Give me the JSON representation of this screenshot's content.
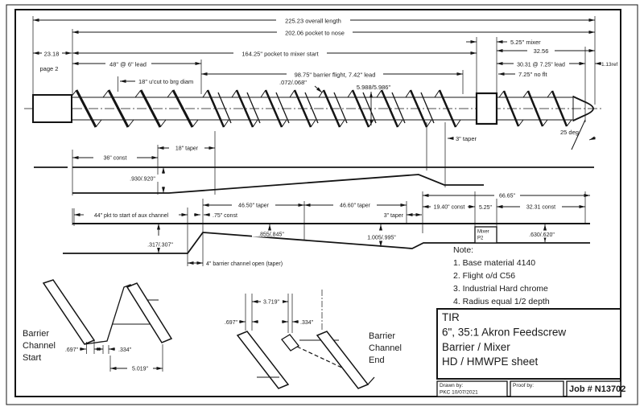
{
  "colors": {
    "ink": "#141414",
    "paper": "#ffffff"
  },
  "dims": {
    "overall": "225.23 overall length",
    "pocket_nose": "202.06 pocket to nose",
    "mixer": "5.25\" mixer",
    "shank": "23.18",
    "shank_note": "page 2",
    "pocket_mixer": "164.25\" pocket to mixer start",
    "mixer_nose": "32.56",
    "feed_lead": "48\" @ 6\" lead",
    "meter_lead": "30.31 @ 7.25\" lead",
    "nose_ref": "1.13ref",
    "barrier_flight": "98.75\" barrier flight, 7.42\" lead",
    "no_flight": "7.25\" no flt",
    "ucut": "18\" u'cut to brg diam",
    "clearance": ".072/.068\"",
    "od": "5.988/5.986\"",
    "taper3_screw": "3\" taper",
    "nose_angle": "25 deg"
  },
  "mid_profile": {
    "const36": "36\" const",
    "taper18": "18\" taper",
    "depth": ".930/.920\""
  },
  "low_profile": {
    "pkt44": "44\" pkt to start of aux channel",
    "const75": ".75\" const",
    "taper4650": "46.50\" taper",
    "taper4660": "46.60\" taper",
    "taper3": "3\" taper",
    "len6665": "66.65\"",
    "const1940": "19.40\" const",
    "mixer525": "5.25\"",
    "const3231": "32.31 const",
    "depth317": ".317/.307\"",
    "depth855": ".855/.845\"",
    "depth1005": "1.005/.995\"",
    "depth630": ".630/.620\"",
    "open4": "4\" barrier channel open (taper)",
    "mixer_line1": "Mixer",
    "mixer_line2": "P2"
  },
  "note": {
    "title": "Note:",
    "items": [
      "1. Base material 4140",
      "2. Flight o/d C56",
      "3. Industrial Hard chrome",
      "4. Radius equal 1/2 depth"
    ]
  },
  "detail_start": {
    "label": [
      "Barrier",
      "Channel",
      "Start"
    ],
    "w_flight": ".697\"",
    "w_barrier": ".334\"",
    "pitch": "5.019\""
  },
  "detail_end": {
    "label": [
      "Barrier",
      "Channel",
      "End"
    ],
    "w_flight": ".697\"",
    "gap": "3.719\"",
    "w_barrier": ".334\""
  },
  "title_block": {
    "line1": "TIR",
    "line2": "6\", 35:1 Akron Feedscrew",
    "line3": "Barrier / Mixer",
    "line4": "HD / HMWPE sheet",
    "drawn_label": "Drawn by:",
    "drawn_value": "PKC 10/07/2021",
    "proof_label": "Proof by:",
    "job": "Job # N13702"
  }
}
